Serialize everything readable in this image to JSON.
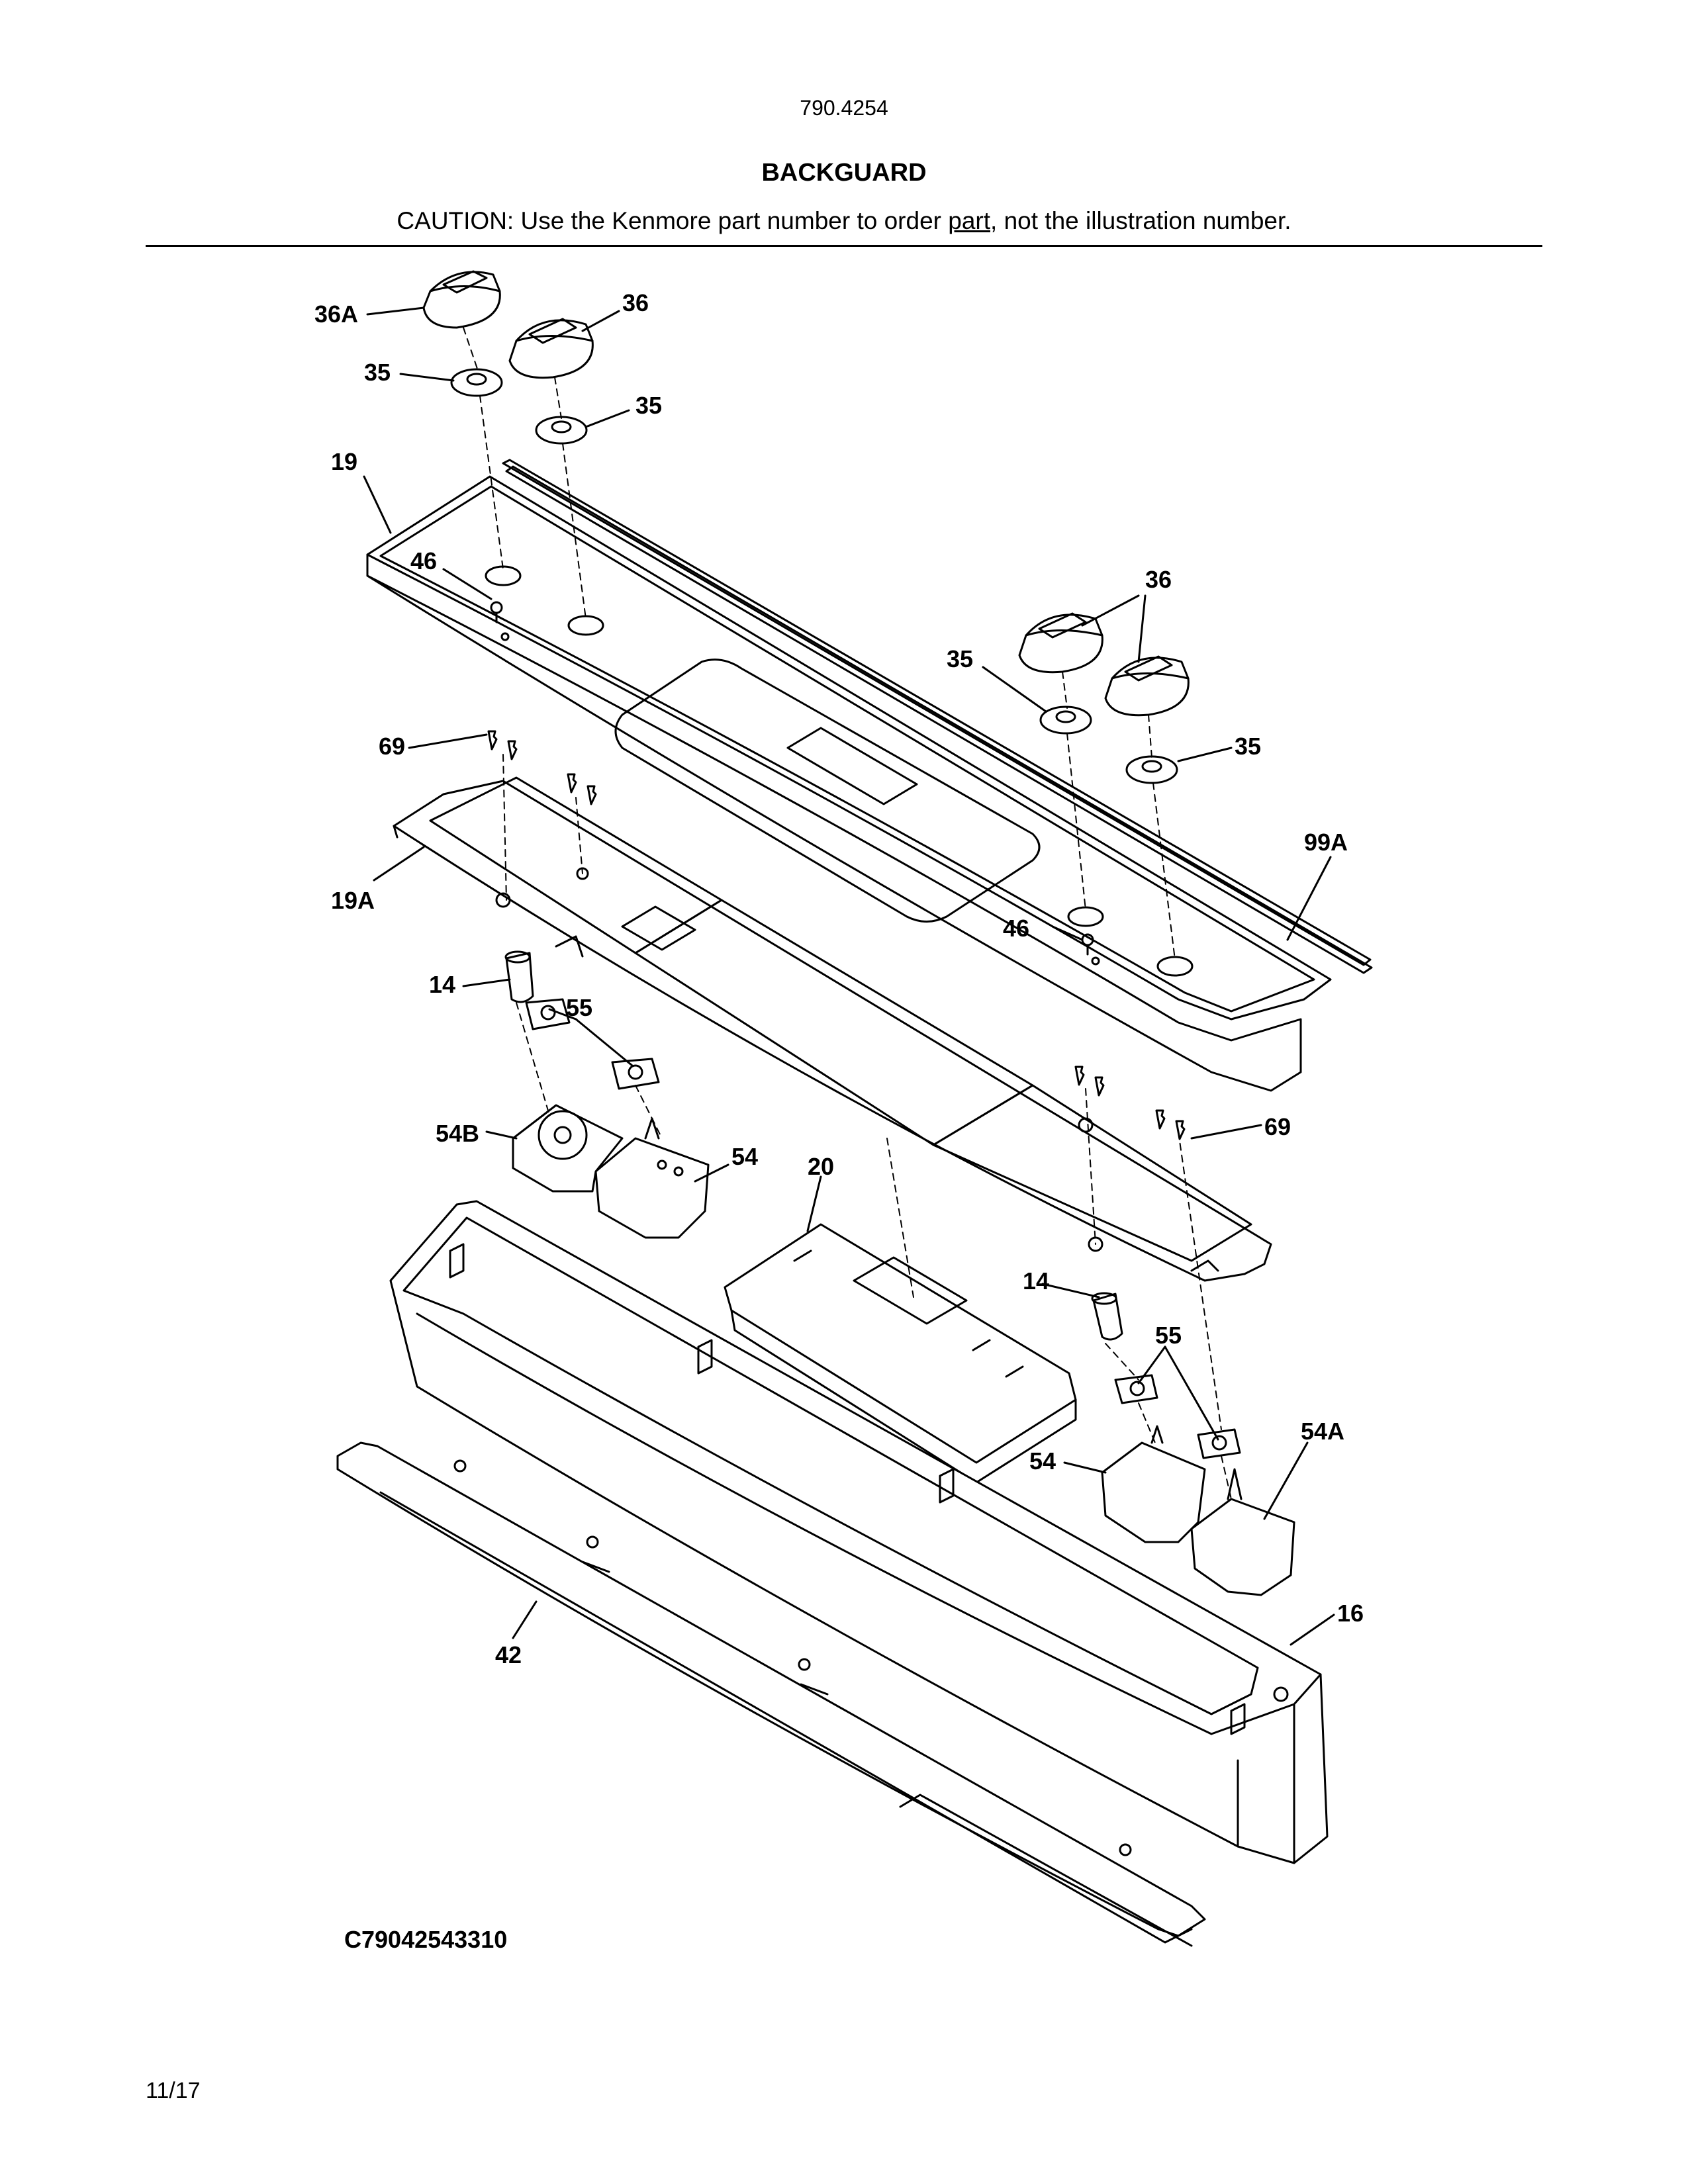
{
  "header": {
    "model_number": "790.4254",
    "title": "BACKGUARD",
    "caution_prefix": "CAUTION: Use the Kenmore part number to order ",
    "caution_underlined": "part",
    "caution_suffix": ", not the illustration number."
  },
  "callouts": {
    "c36A": "36A",
    "c36_top": "36",
    "c35_top_left": "35",
    "c35_top_right": "35",
    "c19": "19",
    "c46_left": "46",
    "c36_right": "36",
    "c35_right_left": "35",
    "c35_right_right": "35",
    "c69_left": "69",
    "c99A": "99A",
    "c19A": "19A",
    "c46_right": "46",
    "c14_left": "14",
    "c55_left": "55",
    "c54B": "54B",
    "c54_left": "54",
    "c20": "20",
    "c69_right": "69",
    "c14_right": "14",
    "c55_right": "55",
    "c54A": "54A",
    "c54_right": "54",
    "c16": "16",
    "c42": "42"
  },
  "footer": {
    "drawing_code": "C79042543310",
    "date": "11/17"
  }
}
